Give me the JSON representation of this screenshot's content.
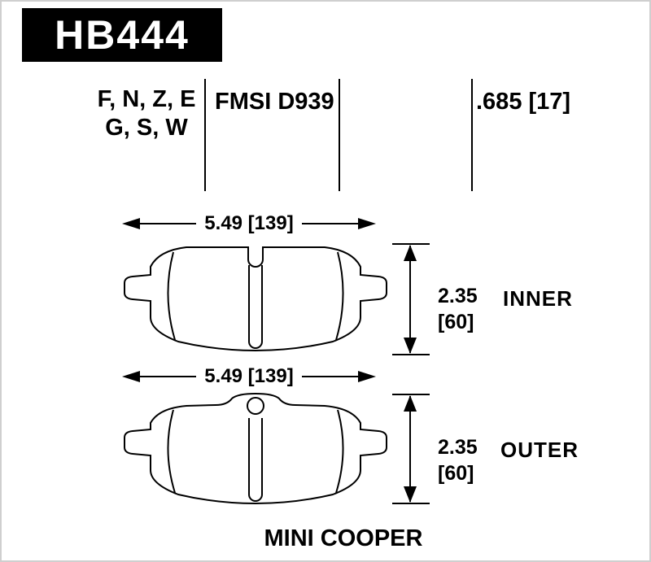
{
  "part_plate": {
    "number": "HB444",
    "bg": "#000000",
    "fg": "#ffffff"
  },
  "header": {
    "compound_codes_line1": "F, N, Z, E",
    "compound_codes_line2": "G, S, W",
    "fmsi": "FMSI D939",
    "thickness": ".685 [17]"
  },
  "inner_pad": {
    "width_dim": "5.49 [139]",
    "thickness_dim_line1": "2.35",
    "thickness_dim_line2": "[60]",
    "label": "INNER"
  },
  "outer_pad": {
    "width_dim": "5.49 [139]",
    "thickness_dim_line1": "2.35",
    "thickness_dim_line2": "[60]",
    "label": "OUTER"
  },
  "vehicle": "MINI COOPER",
  "colors": {
    "ink": "#000000",
    "background": "#ffffff"
  }
}
